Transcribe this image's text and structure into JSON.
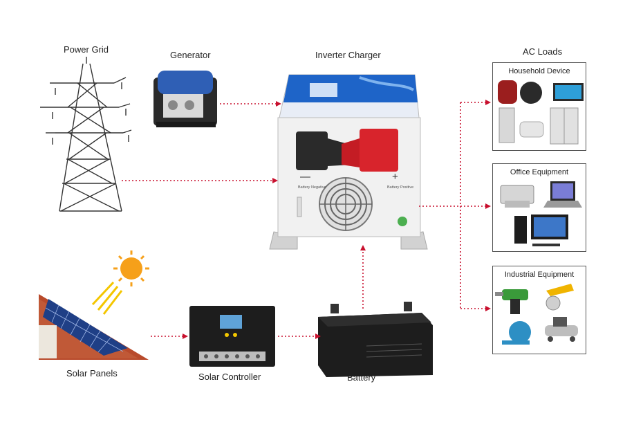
{
  "labels": {
    "power_grid": "Power Grid",
    "generator": "Generator",
    "inverter_charger": "Inverter Charger",
    "ac_loads": "AC Loads",
    "solar_panels": "Solar Panels",
    "solar_controller": "Solar Controller",
    "battery": "Battery"
  },
  "load_boxes": {
    "household": "Household Device",
    "office": "Office Equipment",
    "industrial": "Industrial Equipment"
  },
  "inverter_text": {
    "neg_symbol": "—",
    "pos_symbol": "+",
    "neg_label": "Battery Negative",
    "pos_label": "Battery Positive"
  },
  "colors": {
    "arrow": "#c8102e",
    "inverter_blue": "#1e64c8",
    "terminal_red": "#d8242c",
    "terminal_black": "#2a2a2a"
  }
}
